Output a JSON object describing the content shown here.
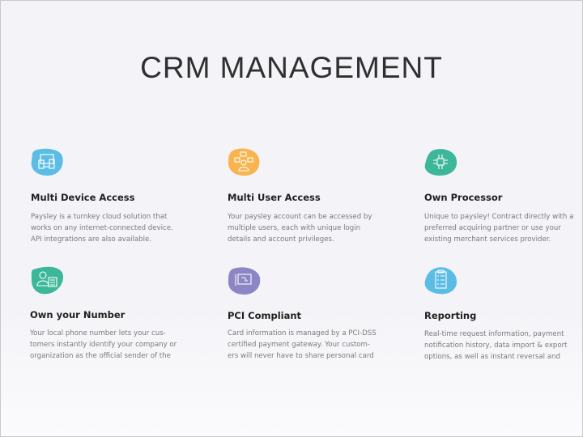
{
  "title": "CRM MANAGEMENT",
  "colors": {
    "blue": "#5bbde5",
    "orange": "#f8b44f",
    "green": "#3db799",
    "purple": "#8c86c4"
  },
  "features": [
    {
      "title": "Multi Device Access",
      "icon": "devices-icon",
      "description": "Paysley is a turnkey cloud solution that\nworks on any internet-connected device.\nAPI integrations are also available."
    },
    {
      "title": "Multi User Access",
      "icon": "multi-user-icon",
      "description": "Your paysley account can be accessed by\nmultiple users, each with unique login\ndetails and account privileges."
    },
    {
      "title": "Own Processor",
      "icon": "processor-chip-icon",
      "description": "Unique to paysley! Contract directly with a\npreferred acquiring partner or use your\nexisting merchant services provider."
    },
    {
      "title": "Own your Number",
      "icon": "user-id-card-icon",
      "description": "Your local phone number lets your cus-\ntomers instantly identify your company or\norganization as the official sender of the"
    },
    {
      "title": "PCI Compliant",
      "icon": "card-reader-icon",
      "description": "Card information is managed by a PCI-DSS\ncertified payment gateway. Your custom-\ners will never have to share personal card"
    },
    {
      "title": "Reporting",
      "icon": "clipboard-report-icon",
      "description": "Real-time request information, payment\nnotification history, data import & export\noptions, as well as instant reversal and"
    }
  ]
}
